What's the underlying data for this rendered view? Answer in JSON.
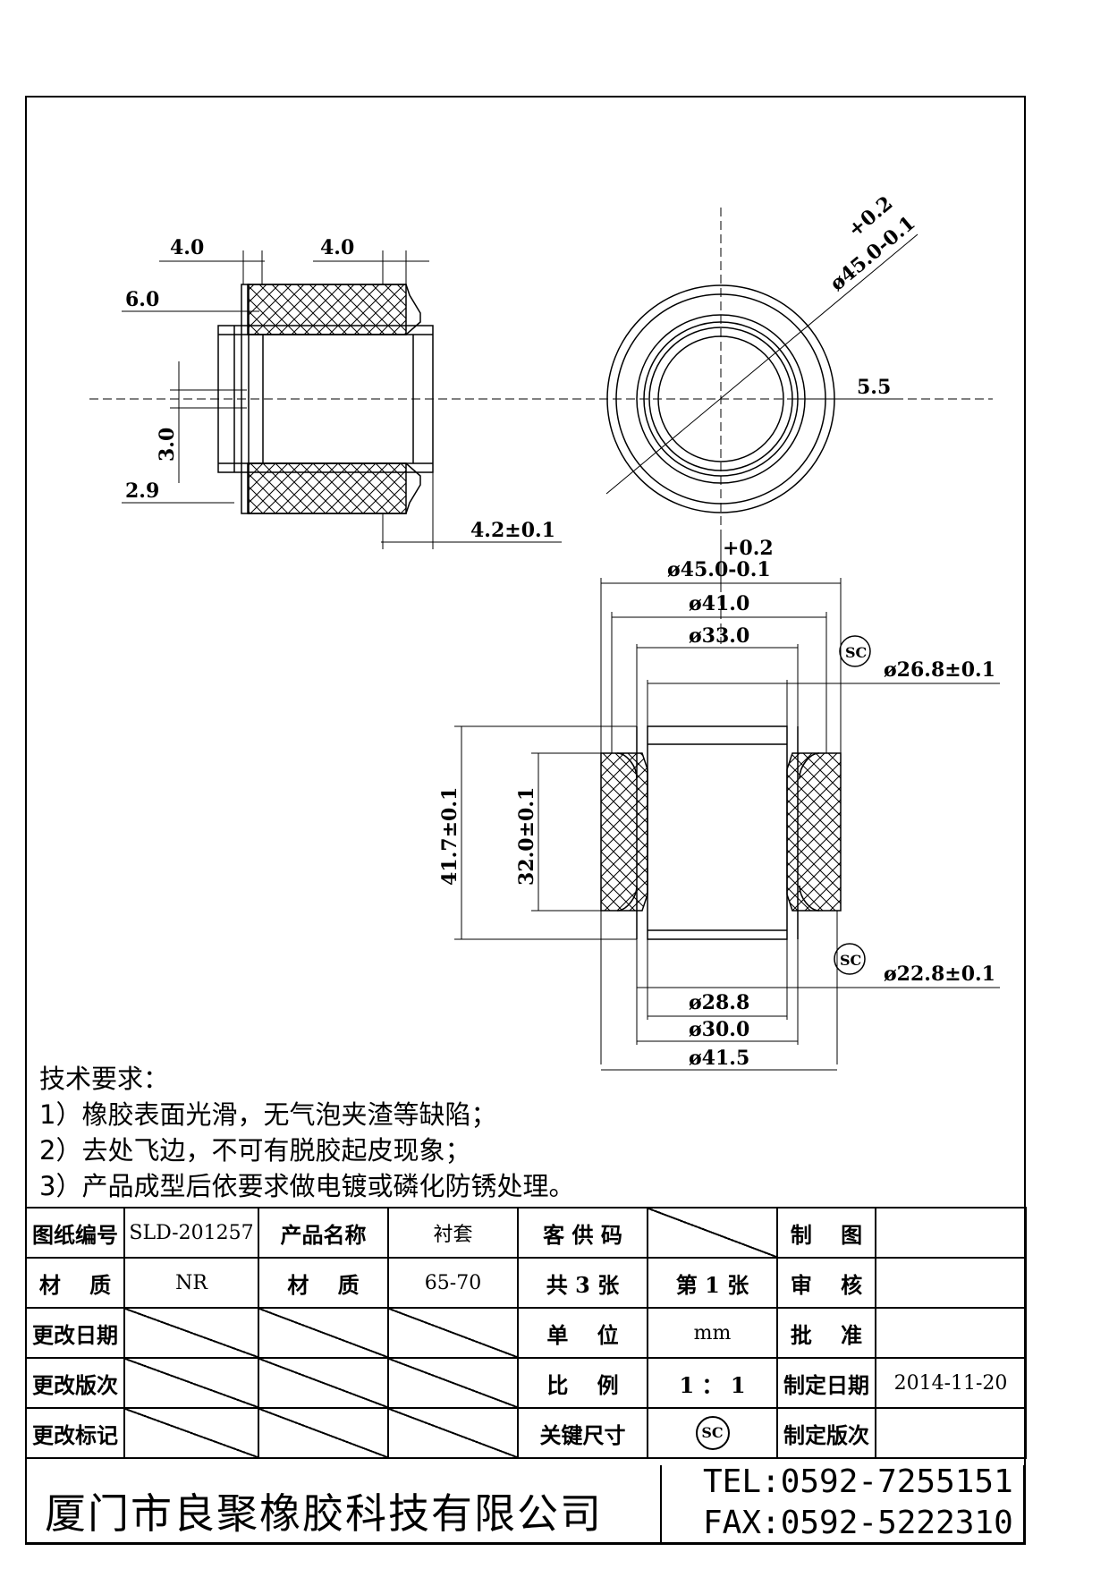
{
  "drawing": {
    "side_view": {
      "dim_top_left": "4.0",
      "dim_top_right": "4.0",
      "dim_flange": "6.0",
      "dim_gap": "3.0",
      "dim_lip": "2.9",
      "dim_bottom": "4.2±0.1"
    },
    "front_view": {
      "dim_od_tol_upper": "+0.2",
      "dim_od": "ø45.0-0.1",
      "dim_wall": "5.5"
    },
    "section_view": {
      "dim_od_tol_upper": "+0.2",
      "dim_od": "ø45.0-0.1",
      "dim_41": "ø41.0",
      "dim_33": "ø33.0",
      "dim_26_8": "ø26.8±0.1",
      "dim_22_8": "ø22.8±0.1",
      "dim_28_8": "ø28.8",
      "dim_30": "ø30.0",
      "dim_41_5": "ø41.5",
      "dim_height_total": "41.7±0.1",
      "dim_height_inner": "32.0±0.1",
      "sc_mark": "SC"
    }
  },
  "requirements": {
    "heading": "技术要求：",
    "items": [
      "1）橡胶表面光滑，无气泡夹渣等缺陷；",
      "2）去处飞边，不可有脱胶起皮现象；",
      "3）产品成型后依要求做电镀或磷化防锈处理。"
    ]
  },
  "title_block": {
    "row1": {
      "l1": "图纸编号",
      "v1": "SLD-201257",
      "l2": "产品名称",
      "v2": "衬套",
      "l3": "客 供 码",
      "l4": "制　 图"
    },
    "row2": {
      "l1": "材　 质",
      "v1": "NR",
      "l2": "材　 质",
      "v2": "65-70",
      "l3": "共 3 张",
      "v3": "第 1 张",
      "l4": "审　 核"
    },
    "row3": {
      "l1": "更改日期",
      "l3": "单　 位",
      "v3": "mm",
      "l4": "批　 准"
    },
    "row4": {
      "l1": "更改版次",
      "l3": "比　 例",
      "v3": "1 ： 1",
      "l4": "制定日期",
      "v4": "2014-11-20"
    },
    "row5": {
      "l1": "更改标记",
      "l3": "关键尺寸",
      "v3": "SC",
      "l4": "制定版次"
    }
  },
  "footer": {
    "company": "厦门市良聚橡胶科技有限公司",
    "tel": "TEL:0592-7255151",
    "fax": "FAX:0592-5222310"
  }
}
